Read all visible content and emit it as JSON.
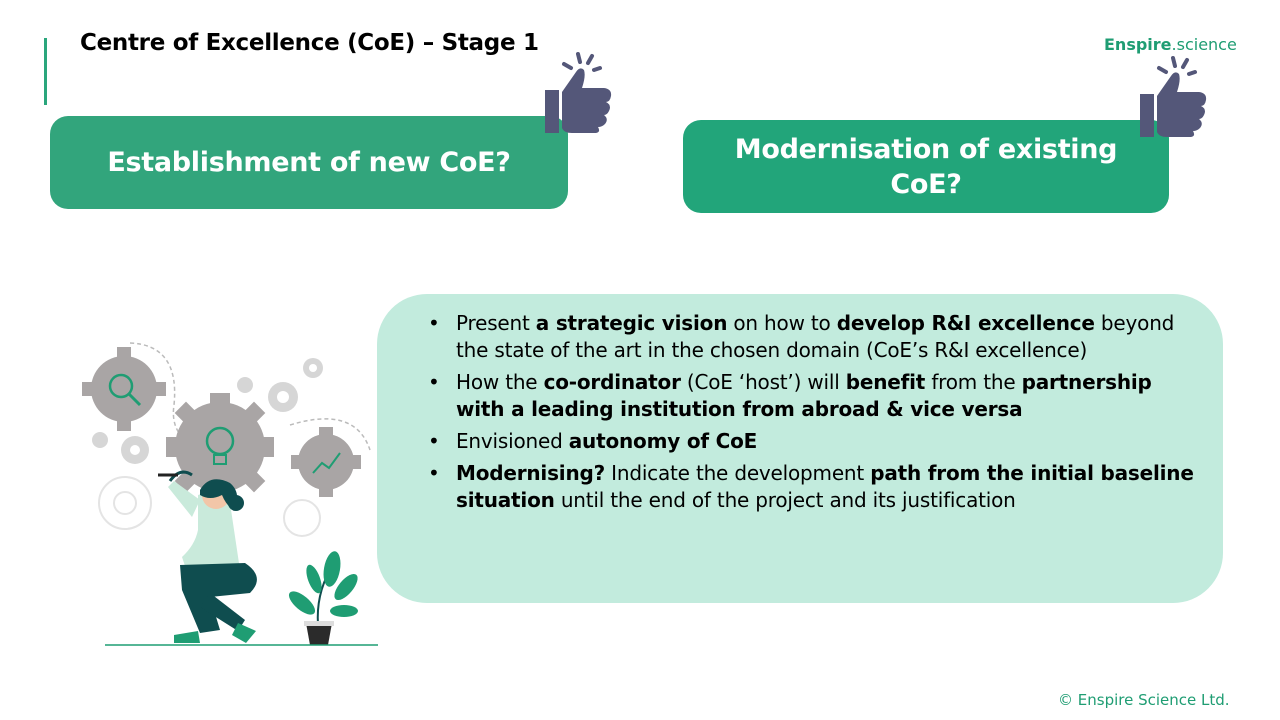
{
  "header": {
    "title": "Centre of Excellence (CoE) – Stage 1",
    "logo_bold": "Enspire",
    "logo_rest": ".science"
  },
  "options": [
    {
      "label": "Establishment of new CoE?"
    },
    {
      "label_line1": "Modernisation of existing",
      "label_line2": "CoE?"
    }
  ],
  "icons": [
    "thumbs-up-icon",
    "thumbs-up-icon",
    "gears-illustration",
    "plant-illustration"
  ],
  "bullets": [
    {
      "parts": [
        {
          "t": "Present ",
          "b": false
        },
        {
          "t": "a strategic vision",
          "b": true
        },
        {
          "t": " on how to ",
          "b": false
        },
        {
          "t": "develop R&I excellence",
          "b": true
        },
        {
          "t": " beyond the state of the art in the chosen domain (CoE’s R&I excellence)",
          "b": false
        }
      ]
    },
    {
      "parts": [
        {
          "t": "How the ",
          "b": false
        },
        {
          "t": "co-ordinator",
          "b": true
        },
        {
          "t": " (CoE ‘host’) will ",
          "b": false
        },
        {
          "t": "benefit",
          "b": true
        },
        {
          "t": " from the ",
          "b": false
        },
        {
          "t": "partnership with a leading institution from abroad & vice versa",
          "b": true
        }
      ]
    },
    {
      "parts": [
        {
          "t": "Envisioned ",
          "b": false
        },
        {
          "t": "autonomy of CoE",
          "b": true
        }
      ]
    },
    {
      "parts": [
        {
          "t": "Modernising?",
          "b": true
        },
        {
          "t": " Indicate the development ",
          "b": false
        },
        {
          "t": "path from the initial baseline situation",
          "b": true
        },
        {
          "t": " until the end of the project and its justification",
          "b": false
        }
      ]
    }
  ],
  "colors": {
    "accent": "#2aa67c",
    "pill1": "#32a57c",
    "pill2": "#22a57a",
    "panel": "#c2ebdd",
    "thumb": "#545779"
  },
  "footer": {
    "copyright": "© Enspire Science Ltd."
  }
}
